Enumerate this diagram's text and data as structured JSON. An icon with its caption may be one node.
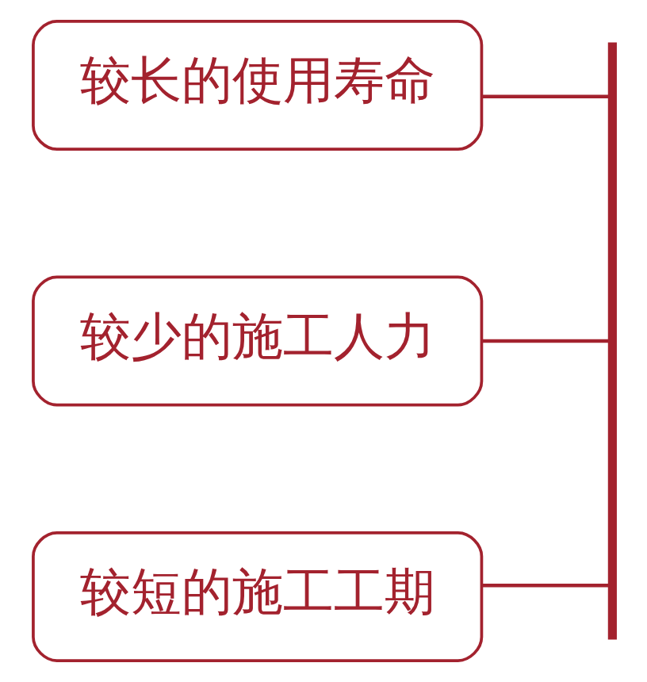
{
  "diagram": {
    "nodes": [
      {
        "text": [
          "较长的使用寿命"
        ]
      },
      {
        "text": [
          "较少的施工人力"
        ]
      },
      {
        "text": [
          "较短的施工工期"
        ]
      },
      {
        "text": [],
        "shape": "bar"
      }
    ],
    "edges": [
      {
        "from": 0,
        "to": 3,
        "arrow": "none"
      },
      {
        "from": 1,
        "to": 3,
        "arrow": "none"
      },
      {
        "from": 2,
        "to": 3,
        "arrow": "none"
      }
    ]
  }
}
